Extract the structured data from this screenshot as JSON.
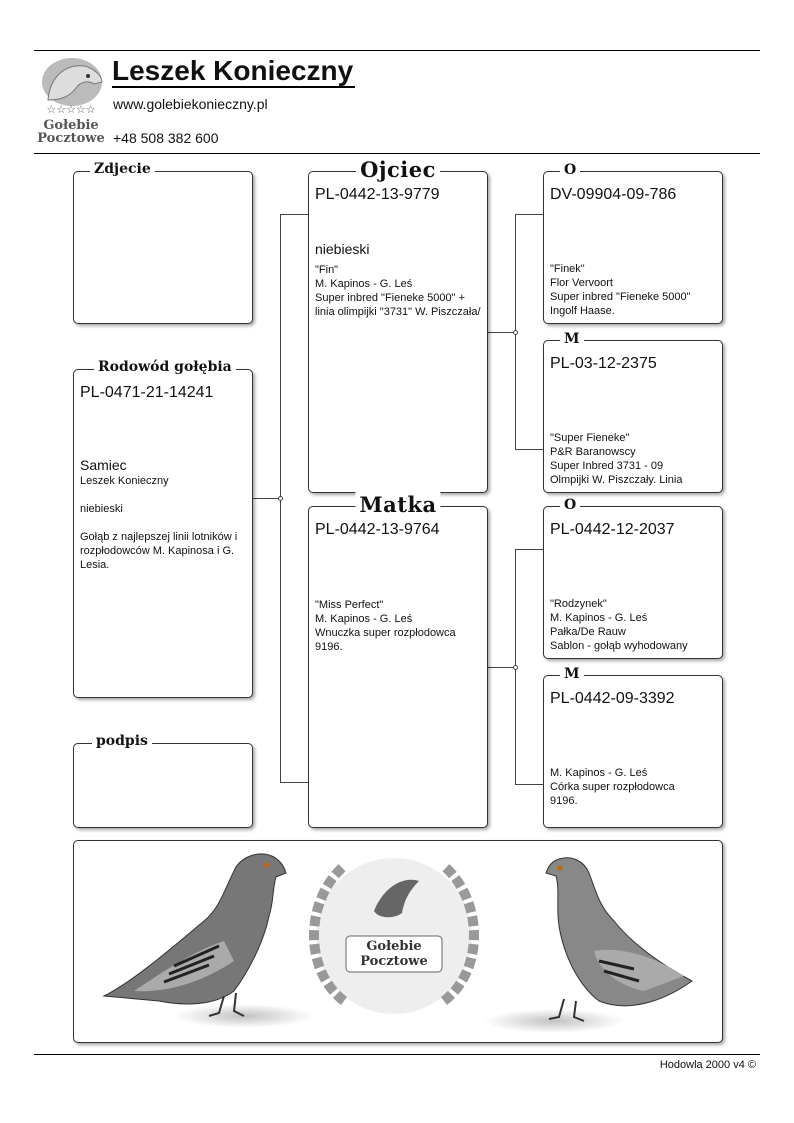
{
  "header": {
    "name": "Leszek Konieczny",
    "website": "www.golebiekonieczny.pl",
    "phone": "+48 508 382 600",
    "logo_line1": "Gołebie",
    "logo_line2": "Pocztowe"
  },
  "subject": {
    "photo_label": "Zdjecie",
    "label": "Rodowód gołębia",
    "ring": "PL-0471-21-14241",
    "sex": "Samiec",
    "owner": "Leszek Konieczny",
    "color": "niebieski",
    "desc": "Gołąb z najlepszej linii lotników i rozpłodowców M. Kapinosa i G. Lesia.",
    "sign_label": "podpis"
  },
  "father": {
    "label": "Ojciec",
    "ring": "PL-0442-13-9779",
    "color": "niebieski",
    "lines": [
      "\"Fin\"",
      "M. Kapinos - G. Leś",
      "Super inbred \"Fieneke 5000\" + linia olimpijki \"3731\" W. Piszczała/"
    ]
  },
  "mother": {
    "label": "Matka",
    "ring": "PL-0442-13-9764",
    "lines": [
      "\"Miss Perfect\"",
      "M. Kapinos - G. Leś",
      "Wnuczka super rozpłodowca 9196."
    ]
  },
  "ff": {
    "label": "O",
    "ring": "DV-09904-09-786",
    "lines": [
      "\"Finek\"",
      "Flor Vervoort",
      "Super inbred \"Fieneke 5000\"",
      "Ingolf Haase."
    ]
  },
  "fm": {
    "label": "M",
    "ring": "PL-03-12-2375",
    "lines": [
      "\"Super Fieneke\"",
      "P&R Baranowscy",
      "Super Inbred 3731 - 09",
      "Olmpijki W. Piszczały. Linia"
    ]
  },
  "mf": {
    "label": "O",
    "ring": "PL-0442-12-2037",
    "lines": [
      "\"Rodzynek\"",
      "M. Kapinos - G. Leś",
      "Pałka/De Rauw",
      "Sablon - gołąb wyhodowany"
    ]
  },
  "mm": {
    "label": "M",
    "ring": "PL-0442-09-3392",
    "lines": [
      "M. Kapinos - G. Leś",
      "Córka super rozpłodowca",
      "9196."
    ]
  },
  "banner": {
    "logo_line1": "Gołebie",
    "logo_line2": "Pocztowe"
  },
  "footer": "Hodowla 2000 v4 ©"
}
